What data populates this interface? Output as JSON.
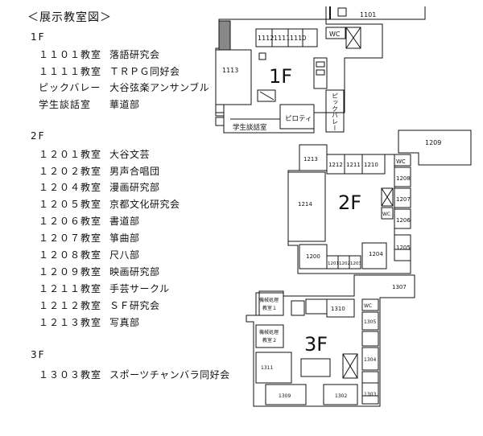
{
  "heading": "＜展示教室図＞",
  "sections": [
    {
      "floor": "1F",
      "rows": [
        {
          "room": "１１０１教室",
          "club": "落語研究会"
        },
        {
          "room": "１１１１教室",
          "club": "ＴＲＰＧ同好会"
        },
        {
          "room": "ピックバレー",
          "club": "大谷弦楽アンサンブル"
        },
        {
          "room": "学生談話室",
          "club": "華道部"
        }
      ]
    },
    {
      "floor": "2F",
      "rows": [
        {
          "room": "１２０１教室",
          "club": "大谷文芸"
        },
        {
          "room": "１２０２教室",
          "club": "男声合唱団"
        },
        {
          "room": "１２０４教室",
          "club": "漫画研究部"
        },
        {
          "room": "１２０５教室",
          "club": "京都文化研究会"
        },
        {
          "room": "１２０６教室",
          "club": "書道部"
        },
        {
          "room": "１２０７教室",
          "club": "箏曲部"
        },
        {
          "room": "１２０８教室",
          "club": "尺八部"
        },
        {
          "room": "１２０９教室",
          "club": "映画研究部"
        },
        {
          "room": "１２１１教室",
          "club": "手芸サークル"
        },
        {
          "room": "１２１２教室",
          "club": "ＳＦ研究会"
        },
        {
          "room": "１２１３教室",
          "club": "写真部"
        }
      ]
    },
    {
      "floor": "3F",
      "rows": [
        {
          "room": "１３０３教室",
          "club": "スポーツチャンバラ同好会"
        }
      ]
    }
  ],
  "map1": {
    "floor": "1F",
    "rooms": [
      "1101",
      "1112",
      "1111",
      "1110",
      "1113"
    ],
    "wc": "WC",
    "lounge": "学生談話室",
    "piloti": "ピロティ",
    "pickvalley": "ピックバレー"
  },
  "map2": {
    "floor": "2F",
    "rooms": [
      "1209",
      "1213",
      "1212",
      "1211",
      "1210",
      "1208",
      "1214",
      "1207",
      "1206",
      "1205",
      "1200",
      "1201",
      "1202",
      "1203",
      "1204"
    ],
    "wc": "WC",
    "wc2": "WC"
  },
  "map3": {
    "floor": "3F",
    "rooms": [
      "1307",
      "1310",
      "1305",
      "1311",
      "1304",
      "1309",
      "1302",
      "1303"
    ],
    "wc": "WC",
    "lab1": [
      "機械処理",
      "教室１"
    ],
    "lab2": [
      "機械処理",
      "教室２"
    ]
  }
}
